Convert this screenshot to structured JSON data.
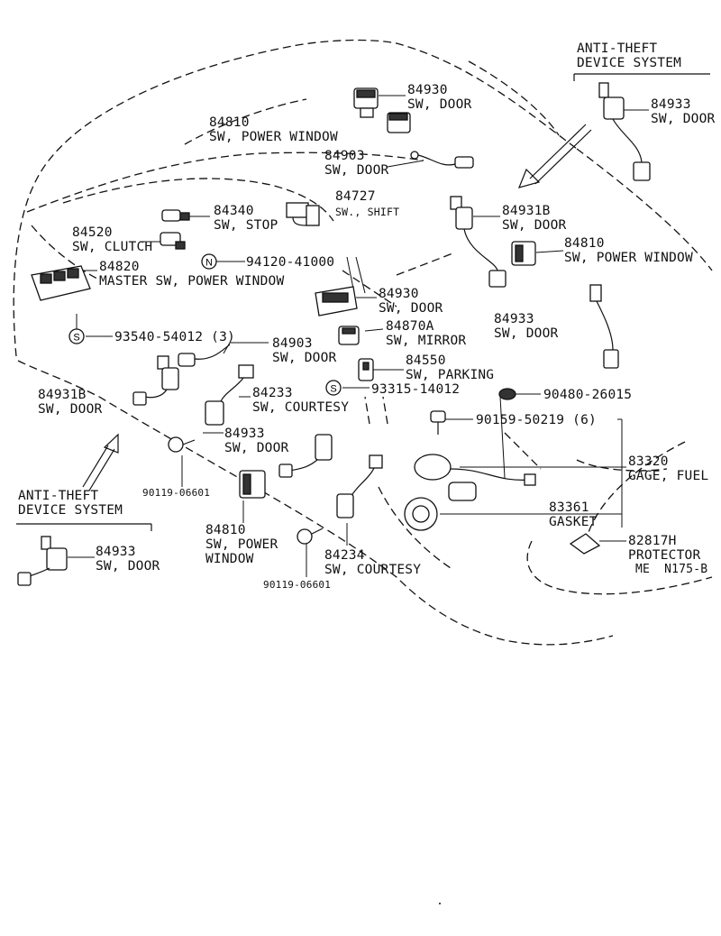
{
  "groups": {
    "top_right": "ANTI-THEFT\nDEVICE SYSTEM",
    "bottom_left": "ANTI-THEFT\nDEVICE SYSTEM"
  },
  "parts": {
    "p84930_a": "84930\nSW, DOOR",
    "p84810_a": "84810\nSW, POWER WINDOW",
    "p84903_a": "84903\nSW, DOOR",
    "p84933_a": "84933\nSW, DOOR",
    "p84340": "84340\nSW, STOP",
    "p84727_num": "84727",
    "p84727_name": "SW., SHIFT",
    "p84931b_a": "84931B\nSW, DOOR",
    "p84520": "84520\nSW, CLUTCH",
    "p84810_b": "84810\nSW, POWER WINDOW",
    "p94120": "94120-41000",
    "p84820": "84820\nMASTER SW, POWER WINDOW",
    "p84930_b": "84930\nSW, DOOR",
    "p84933_b": "84933\nSW, DOOR",
    "p84870a": "84870A\nSW, MIRROR",
    "p93540": "93540-54012 (3)",
    "p84903_b": "84903\nSW, DOOR",
    "p84550": "84550\nSW, PARKING",
    "p84931b_b": "84931B\nSW, DOOR",
    "p84233": "84233\nSW, COURTESY",
    "p93315": "93315-14012",
    "p90480": "90480-26015",
    "p90159": "90159-50219 (6)",
    "p84933_c": "84933\nSW, DOOR",
    "p83320": "83320\nGAGE, FUEL",
    "p90119_a": "90119-06601",
    "p83361": "83361\nGASKET",
    "p84810_c": "84810\nSW, POWER\nWINDOW",
    "p84234": "84234\nSW, COURTESY",
    "p82817h": "82817H\nPROTECTOR",
    "p84933_d": "84933\nSW, DOOR",
    "p90119_b": "90119-06601"
  },
  "symbols": {
    "n_mark": "N",
    "s_mark_1": "S",
    "s_mark_2": "S"
  },
  "footer": {
    "code": "ME  N175-B"
  }
}
